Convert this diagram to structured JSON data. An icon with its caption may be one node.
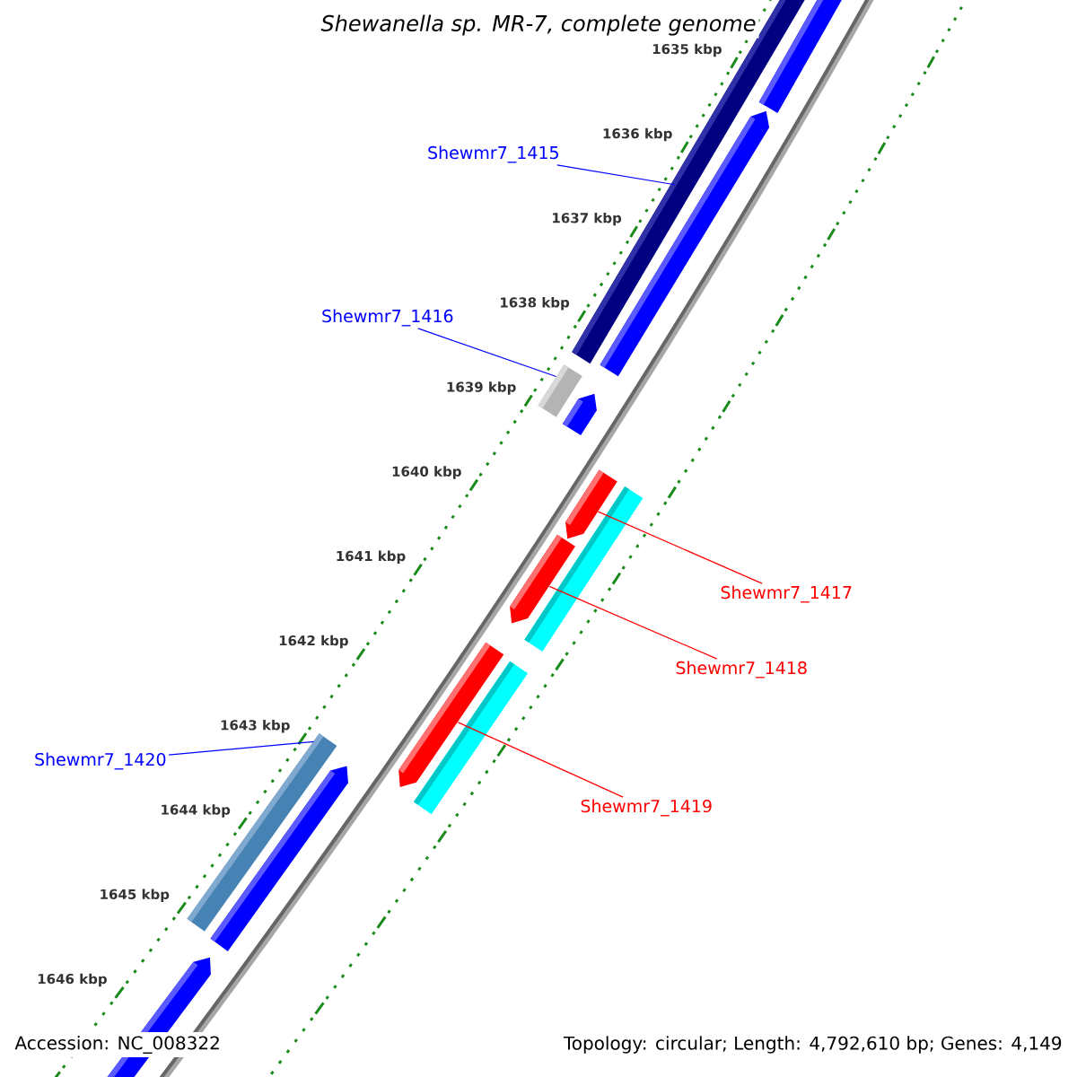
{
  "diagram": {
    "title": "Shewanella sp. MR-7, complete genome",
    "nodes": [
      {
        "text": [
          "Shewmr7_1415"
        ]
      },
      {
        "text": [],
        "shape": "bar"
      },
      {
        "text": [
          "Shewmr7_1416"
        ]
      },
      {
        "text": [],
        "shape": "bar"
      },
      {
        "text": [
          "Shewmr7_1417"
        ]
      },
      {
        "text": [],
        "shape": "bar"
      },
      {
        "text": [
          "Shewmr7_1418"
        ]
      },
      {
        "text": [],
        "shape": "bar"
      },
      {
        "text": [
          "Shewmr7_1419"
        ]
      },
      {
        "text": [],
        "shape": "bar"
      },
      {
        "text": [
          "Shewmr7_1420"
        ]
      },
      {
        "text": [],
        "shape": "bar"
      }
    ],
    "edges": [
      {
        "from": 0,
        "to": 1,
        "arrow": "none"
      },
      {
        "from": 2,
        "to": 3,
        "arrow": "none"
      },
      {
        "from": 4,
        "to": 5,
        "arrow": "none",
        "color": "#ff0000"
      },
      {
        "from": 6,
        "to": 7,
        "arrow": "none",
        "color": "#ff0000"
      },
      {
        "from": 8,
        "to": 9,
        "arrow": "none",
        "color": "#ff0000"
      },
      {
        "from": 10,
        "to": 11,
        "arrow": "none"
      }
    ],
    "labels": [
      "1635 kbp",
      "1636 kbp",
      "1637 kbp",
      "1638 kbp",
      "1639 kbp",
      "1640 kbp",
      "1641 kbp",
      "1642 kbp",
      "1643 kbp",
      "1644 kbp",
      "1645 kbp",
      "1646 kbp",
      "Accession: NC_008322",
      "Topology: circular; Length: 4,792,610 bp; Genes: 4,149"
    ]
  }
}
